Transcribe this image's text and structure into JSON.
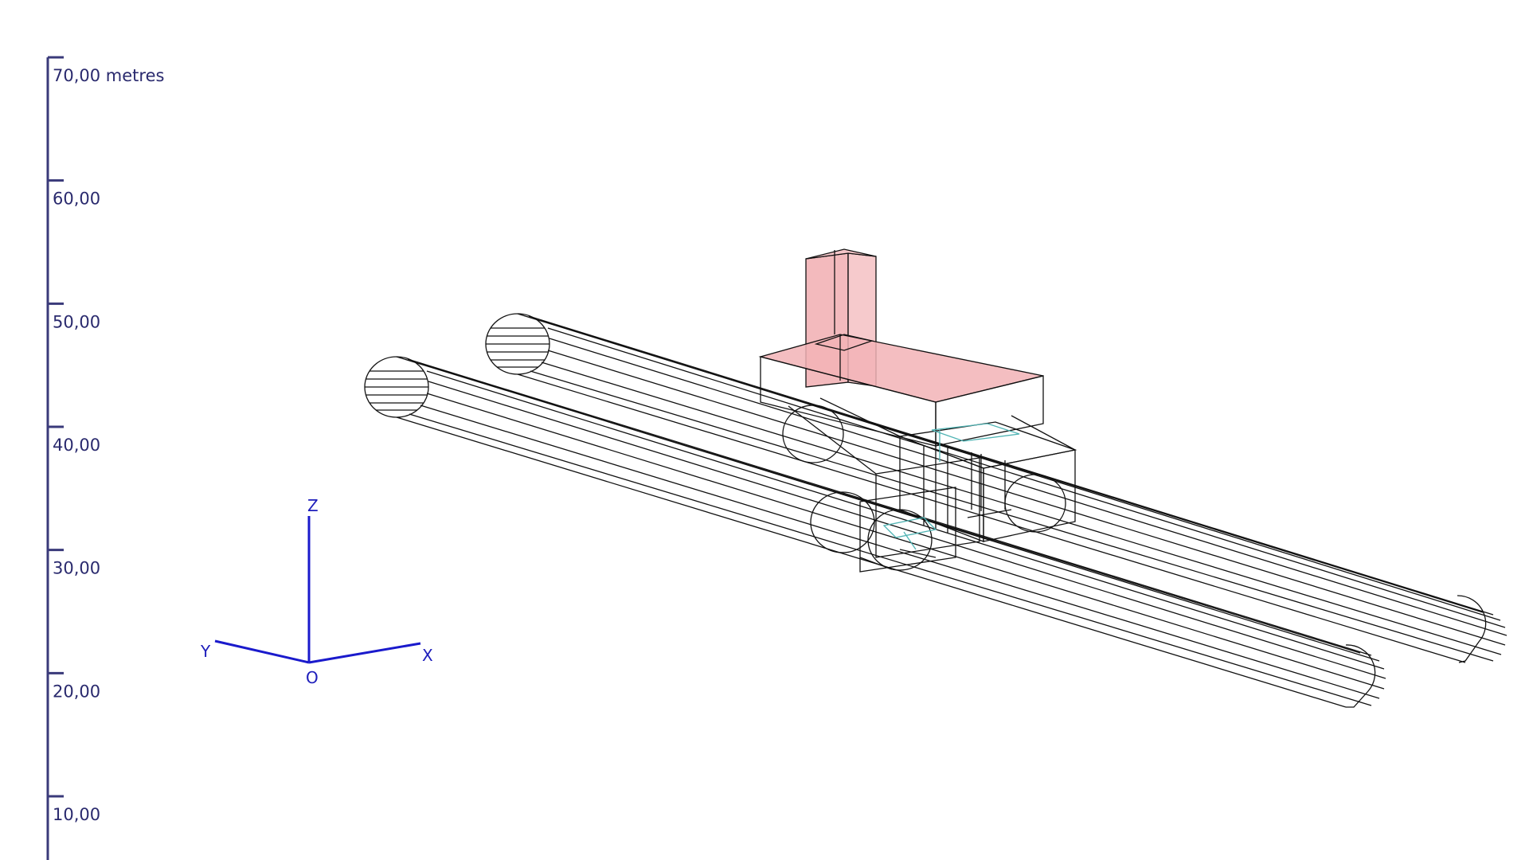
{
  "scale_bar": {
    "unit": "metres",
    "ticks": [
      {
        "value": 70,
        "label": "70,00 metres"
      },
      {
        "value": 60,
        "label": "60,00"
      },
      {
        "value": 50,
        "label": "50,00"
      },
      {
        "value": 40,
        "label": "40,00"
      },
      {
        "value": 30,
        "label": "30,00"
      },
      {
        "value": 20,
        "label": "20,00"
      },
      {
        "value": 10,
        "label": "10,00"
      }
    ]
  },
  "axes_triad": {
    "z_label": "Z",
    "y_label": "Y",
    "x_label": "X",
    "origin_label": "O"
  },
  "colors": {
    "scale": "#3a3a7a",
    "triad": "#1a1acc",
    "wire": "#111111",
    "highlight_fill": "#f2b3b6",
    "accent_wire": "#4fb3b3"
  }
}
